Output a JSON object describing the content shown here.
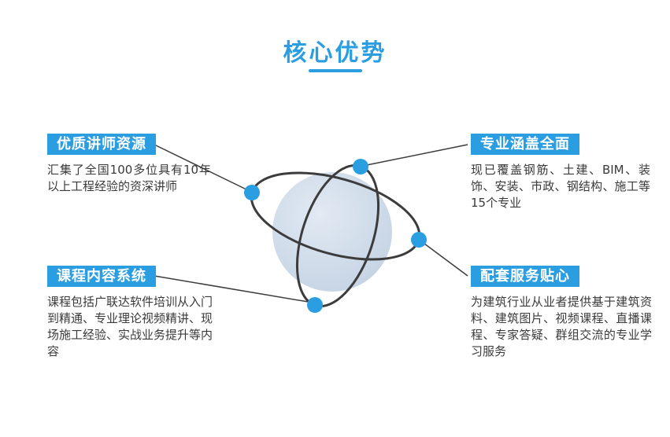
{
  "page": {
    "title": "核心优势"
  },
  "features": [
    {
      "position": "top-left",
      "tag": "优质讲师资源",
      "description": "汇集了全国100多位具有10年以上工程经验的资深讲师"
    },
    {
      "position": "top-right",
      "tag": "专业涵盖全面",
      "description": "现已覆盖钢筋、土建、BIM、装饰、安装、市政、钢结构、施工等15个专业"
    },
    {
      "position": "bottom-left",
      "tag": "课程内容系统",
      "description": "课程包括广联达软件培训从入门到精通、专业理论视频精讲、现场施工经验、实战业务提升等内容"
    },
    {
      "position": "bottom-right",
      "tag": "配套服务贴心",
      "description": "为建筑行业从业者提供基于建筑资料、建筑图片、视频课程、直播课程、专家答疑、群组交流的专业学习服务"
    }
  ],
  "illustration": {
    "name": "globe-with-orbits",
    "orbit_node_count": 4
  },
  "colors": {
    "accent": "#2b9ee2",
    "text": "#3a3a3a",
    "orbit": "#3c3c3c",
    "sphere-light": "#e2eaf3",
    "sphere-dark": "#c3d2e3"
  }
}
